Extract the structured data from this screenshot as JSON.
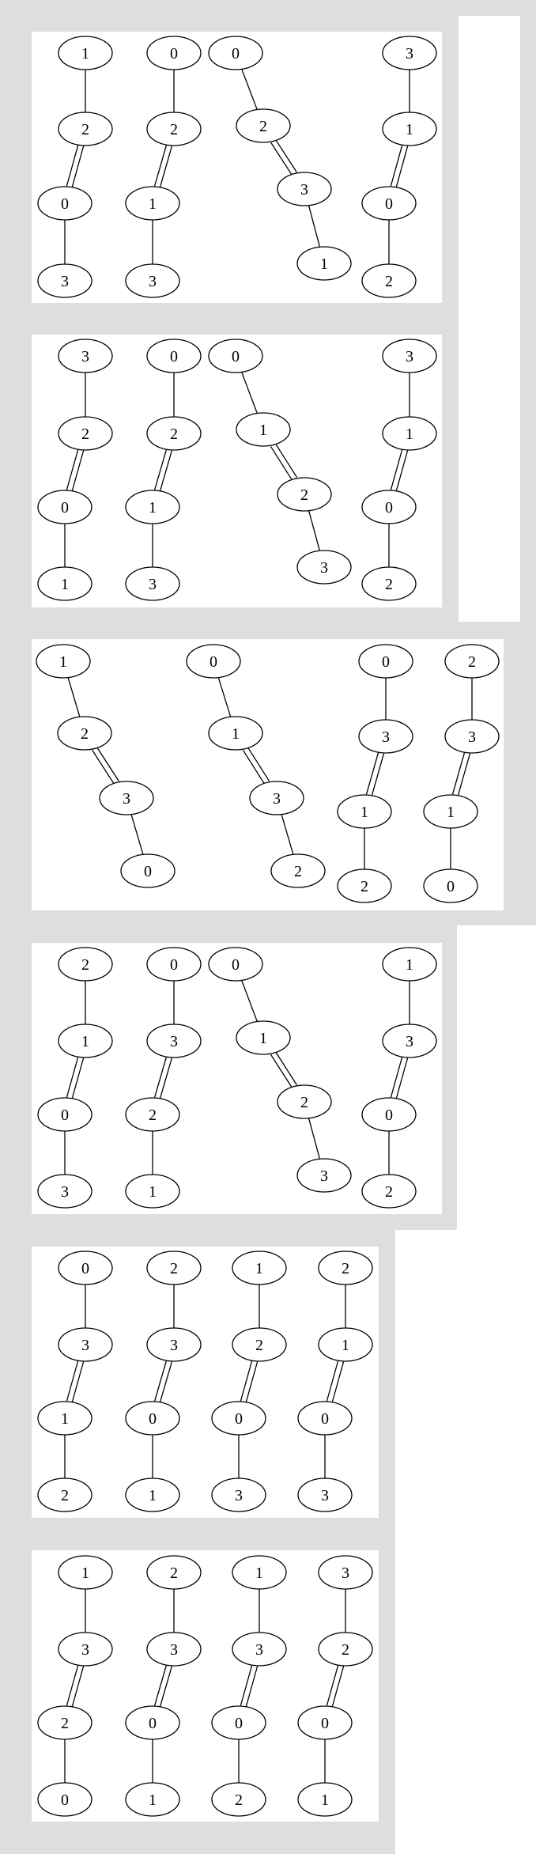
{
  "groups": [
    {
      "graphs": [
        {
          "nodes": [
            "1",
            "2",
            "0",
            "3"
          ],
          "bonds": [
            1,
            2,
            1
          ]
        },
        {
          "nodes": [
            "0",
            "2",
            "1",
            "3"
          ],
          "bonds": [
            1,
            2,
            1
          ]
        },
        {
          "nodes": [
            "0",
            "2",
            "3",
            "1"
          ],
          "bonds": [
            1,
            2,
            1
          ]
        },
        {
          "nodes": [
            "3",
            "1",
            "0",
            "2"
          ],
          "bonds": [
            1,
            2,
            1
          ]
        }
      ]
    },
    {
      "graphs": [
        {
          "nodes": [
            "3",
            "2",
            "0",
            "1"
          ],
          "bonds": [
            1,
            2,
            1
          ]
        },
        {
          "nodes": [
            "0",
            "2",
            "1",
            "3"
          ],
          "bonds": [
            1,
            2,
            1
          ]
        },
        {
          "nodes": [
            "0",
            "1",
            "2",
            "3"
          ],
          "bonds": [
            1,
            2,
            1
          ]
        },
        {
          "nodes": [
            "3",
            "1",
            "0",
            "2"
          ],
          "bonds": [
            1,
            2,
            1
          ]
        }
      ]
    },
    {
      "graphs": [
        {
          "nodes": [
            "1",
            "2",
            "3",
            "0"
          ],
          "bonds": [
            1,
            2,
            1
          ]
        },
        {
          "nodes": [
            "0",
            "1",
            "3",
            "2"
          ],
          "bonds": [
            1,
            2,
            1
          ]
        },
        {
          "nodes": [
            "0",
            "3",
            "1",
            "2"
          ],
          "bonds": [
            1,
            2,
            1
          ]
        },
        {
          "nodes": [
            "2",
            "3",
            "1",
            "0"
          ],
          "bonds": [
            1,
            2,
            1
          ]
        }
      ]
    },
    {
      "graphs": [
        {
          "nodes": [
            "2",
            "1",
            "0",
            "3"
          ],
          "bonds": [
            1,
            2,
            1
          ]
        },
        {
          "nodes": [
            "0",
            "3",
            "2",
            "1"
          ],
          "bonds": [
            1,
            2,
            1
          ]
        },
        {
          "nodes": [
            "0",
            "1",
            "2",
            "3"
          ],
          "bonds": [
            1,
            2,
            1
          ]
        },
        {
          "nodes": [
            "1",
            "3",
            "0",
            "2"
          ],
          "bonds": [
            1,
            2,
            1
          ]
        }
      ]
    },
    {
      "graphs": [
        {
          "nodes": [
            "0",
            "3",
            "1",
            "2"
          ],
          "bonds": [
            1,
            2,
            1
          ]
        },
        {
          "nodes": [
            "2",
            "3",
            "0",
            "1"
          ],
          "bonds": [
            1,
            2,
            1
          ]
        },
        {
          "nodes": [
            "1",
            "2",
            "0",
            "3"
          ],
          "bonds": [
            1,
            2,
            1
          ]
        },
        {
          "nodes": [
            "2",
            "1",
            "0",
            "3"
          ],
          "bonds": [
            1,
            2,
            1
          ]
        }
      ]
    },
    {
      "graphs": [
        {
          "nodes": [
            "1",
            "3",
            "2",
            "0"
          ],
          "bonds": [
            1,
            2,
            1
          ]
        },
        {
          "nodes": [
            "2",
            "3",
            "0",
            "1"
          ],
          "bonds": [
            1,
            2,
            1
          ]
        },
        {
          "nodes": [
            "1",
            "3",
            "0",
            "2"
          ],
          "bonds": [
            1,
            2,
            1
          ]
        },
        {
          "nodes": [
            "3",
            "2",
            "0",
            "1"
          ],
          "bonds": [
            1,
            2,
            1
          ]
        }
      ]
    }
  ]
}
